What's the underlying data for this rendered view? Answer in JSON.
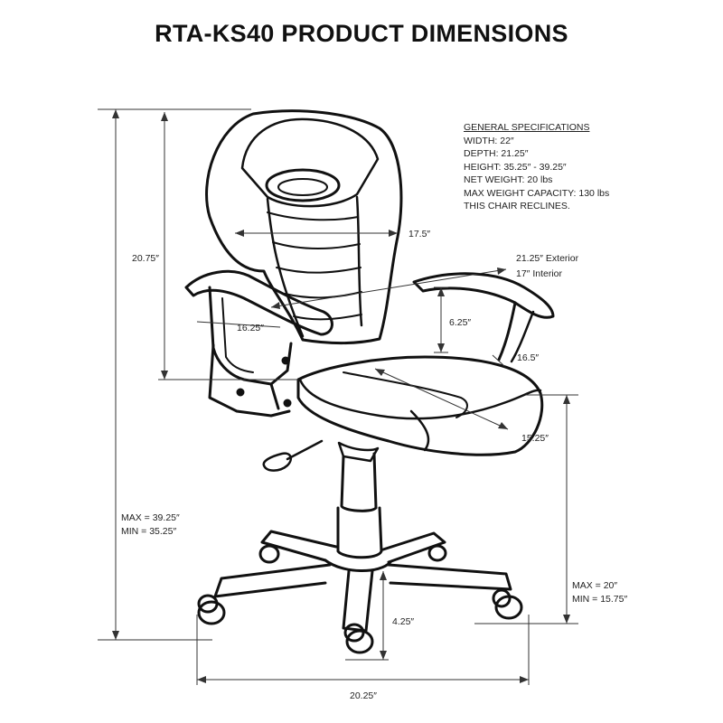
{
  "title": "RTA-KS40 PRODUCT DIMENSIONS",
  "specs": {
    "heading": "GENERAL SPECIFICATIONS",
    "lines": [
      "WIDTH: 22″",
      "DEPTH: 21.25″",
      "HEIGHT: 35.25″ - 39.25″",
      "NET WEIGHT: 20 lbs",
      "MAX WEIGHT CAPACITY: 130 lbs",
      "THIS CHAIR RECLINES."
    ]
  },
  "dimensions": {
    "back_height": "20.75″",
    "back_width": "17.5″",
    "seat_width_exterior": "21.25″ Exterior",
    "seat_width_interior": "17″ Interior",
    "arm_length": "16.25″",
    "arm_height": "6.25″",
    "seat_side": "16.5″",
    "seat_depth": "15.25″",
    "overall_max": "MAX = 39.25″",
    "overall_min": "MIN = 35.25″",
    "seat_max": "MAX = 20″",
    "seat_min": "MIN = 15.75″",
    "caster": "4.25″",
    "base_width": "20.25″"
  }
}
